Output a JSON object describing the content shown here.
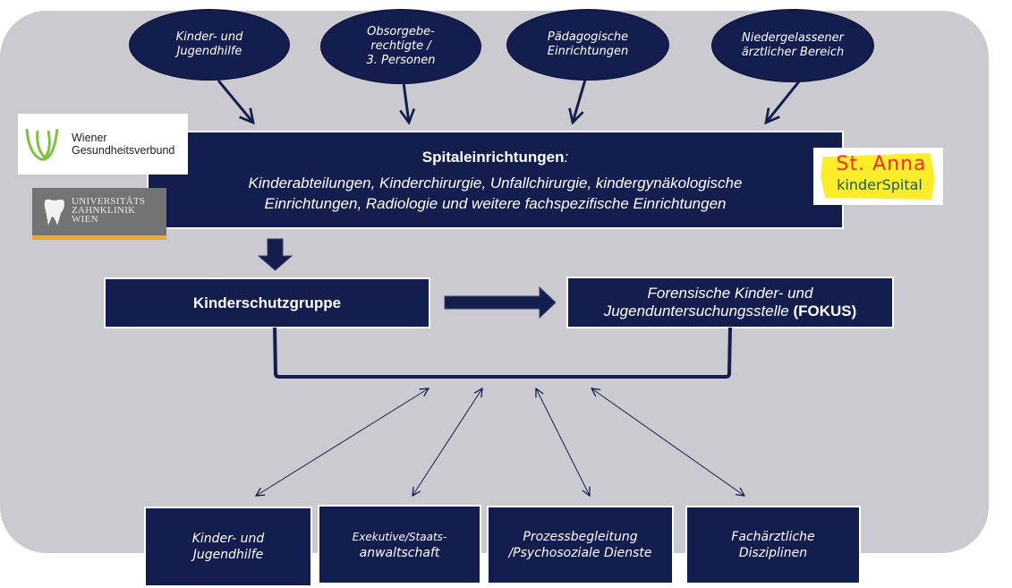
{
  "sources": [
    {
      "label": "Kinder- und Jugendhilfe",
      "lines": [
        "Kinder- und",
        "Jugendhilfe"
      ]
    },
    {
      "label": "Obsorgeberechtigte / 3. Personen",
      "lines": [
        "Obsorgebe-",
        "rechtigte  /",
        "3. Personen"
      ]
    },
    {
      "label": "Pädagogische Einrichtungen",
      "lines": [
        "Pädagogische",
        "Einrichtungen"
      ]
    },
    {
      "label": "Niedergelassener ärztlicher Bereich",
      "lines": [
        "Niedergelassener",
        "ärztlicher  Bereich"
      ]
    }
  ],
  "hospital": {
    "title": "Spitaleinrichtungen",
    "title_suffix": ":",
    "line1": "Kinderabteilungen, Kinderchirurgie, Unfallchirurgie, kindergynäkologische",
    "line2": "Einrichtungen,  Radiologie und weitere fachspezifische Einrichtungen"
  },
  "logos": {
    "wiener": {
      "line1": "Wiener",
      "line2": "Gesundheitsverbund",
      "color": "#7dc242"
    },
    "zahnklinik": {
      "line1": "UNIVERSITÄTS",
      "line2": "ZAHNKLINIK",
      "line3": "WIEN",
      "accent": "#f5a623"
    },
    "stanna": {
      "line1": "St. Anna",
      "line2": "kinderSpital"
    }
  },
  "kinderschutzgruppe": {
    "label": "Kinderschutzgruppe"
  },
  "fokus": {
    "line1": "Forensische Kinder- und",
    "line2": "Jugenduntersuchungsstelle",
    "abbr": "(FOKUS)"
  },
  "partners": [
    {
      "label": "Kinder- und Jugendhilfe",
      "lines": [
        "Kinder- und",
        "Jugendhilfe"
      ]
    },
    {
      "label": "Exekutive/Staatsanwaltschaft",
      "lines": [
        "Exekutive/Staats-",
        "anwaltschaft"
      ]
    },
    {
      "label": "Prozessbegleitung /Psychosoziale Dienste",
      "lines": [
        "Prozessbegleitung",
        "/Psychosoziale Dienste"
      ]
    },
    {
      "label": "Fachärztliche Disziplinen",
      "lines": [
        "Fachärztliche",
        "Disziplinen"
      ]
    }
  ],
  "colors": {
    "navy": "#131e4f",
    "panel": "#cbcad0",
    "white": "#ffffff"
  }
}
